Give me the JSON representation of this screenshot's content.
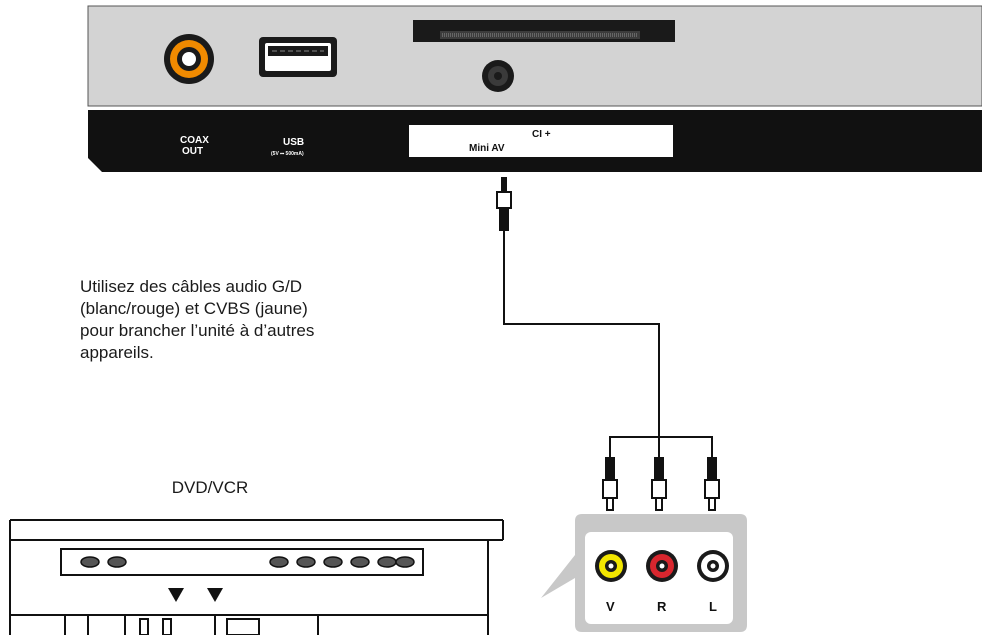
{
  "device": {
    "coax_label_line1": "COAX",
    "coax_label_line2": "OUT",
    "usb_label": "USB",
    "usb_sublabel": "(5V ⎓ 500mA)",
    "ci_label": "CI +",
    "mini_av_label": "Mini AV"
  },
  "instructions": {
    "line1": "Utilisez des câbles audio G/D",
    "line2": "(blanc/rouge) et CVBS (jaune)",
    "line3": "pour brancher l’unité à d’autres",
    "line4": "appareils."
  },
  "dvd": {
    "title": "DVD/VCR"
  },
  "rca": {
    "v_label": "V",
    "r_label": "R",
    "l_label": "L",
    "colors": {
      "video": "#f2e600",
      "right": "#d8262e",
      "left": "#ffffff"
    }
  },
  "colors": {
    "panel_gray": "#d3d3d3",
    "panel_black": "#111111",
    "coax_orange": "#f08a00",
    "callout_gray": "#c8c8c8"
  }
}
